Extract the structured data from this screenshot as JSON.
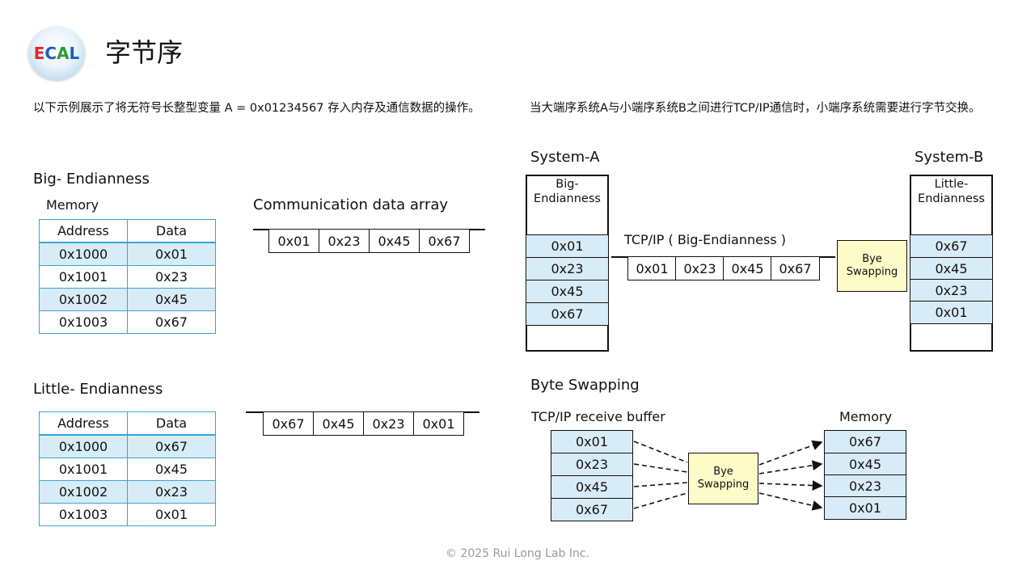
{
  "header": {
    "logo_letters": [
      "E",
      "C",
      "A",
      "L"
    ],
    "logo_colors": [
      "#e0262a",
      "#1d5fb8",
      "#2d9a3c",
      "#1d5fb8"
    ],
    "title": "字节序"
  },
  "left": {
    "description": "以下示例展示了将无符号长整型变量 A = 0x01234567 存入内存及通信数据的操作。",
    "big": {
      "label": "Big- Endianness",
      "memory_label": "Memory",
      "headers": [
        "Address",
        "Data"
      ],
      "rows": [
        [
          "0x1000",
          "0x01"
        ],
        [
          "0x1001",
          "0x23"
        ],
        [
          "0x1002",
          "0x45"
        ],
        [
          "0x1003",
          "0x67"
        ]
      ],
      "comm_label": "Communication data array",
      "array": [
        "0x01",
        "0x23",
        "0x45",
        "0x67"
      ]
    },
    "little": {
      "label": "Little- Endianness",
      "headers": [
        "Address",
        "Data"
      ],
      "rows": [
        [
          "0x1000",
          "0x67"
        ],
        [
          "0x1001",
          "0x45"
        ],
        [
          "0x1002",
          "0x23"
        ],
        [
          "0x1003",
          "0x01"
        ]
      ],
      "array": [
        "0x67",
        "0x45",
        "0x23",
        "0x01"
      ]
    }
  },
  "right": {
    "description": "当大端序系统A与小端序系统B之间进行TCP/IP通信时，小端序系统需要进行字节交换。",
    "system_a": {
      "title": "System-A",
      "endian": "Big-Endianness",
      "values": [
        "0x01",
        "0x23",
        "0x45",
        "0x67"
      ]
    },
    "system_b": {
      "title": "System-B",
      "endian": "Little-Endianness",
      "values": [
        "0x67",
        "0x45",
        "0x23",
        "0x01"
      ]
    },
    "tcpip_label": "TCP/IP ( Big-Endianness )",
    "tcpip_array": [
      "0x01",
      "0x23",
      "0x45",
      "0x67"
    ],
    "swap_box": "Bye Swapping",
    "byte_swapping": {
      "title": "Byte Swapping",
      "buffer_label": "TCP/IP receive buffer",
      "buffer": [
        "0x01",
        "0x23",
        "0x45",
        "0x67"
      ],
      "memory_label": "Memory",
      "memory": [
        "0x67",
        "0x45",
        "0x23",
        "0x01"
      ],
      "swap_box": "Bye Swapping"
    }
  },
  "footer": {
    "copyright": "© 2025 Rui Long Lab Inc."
  }
}
